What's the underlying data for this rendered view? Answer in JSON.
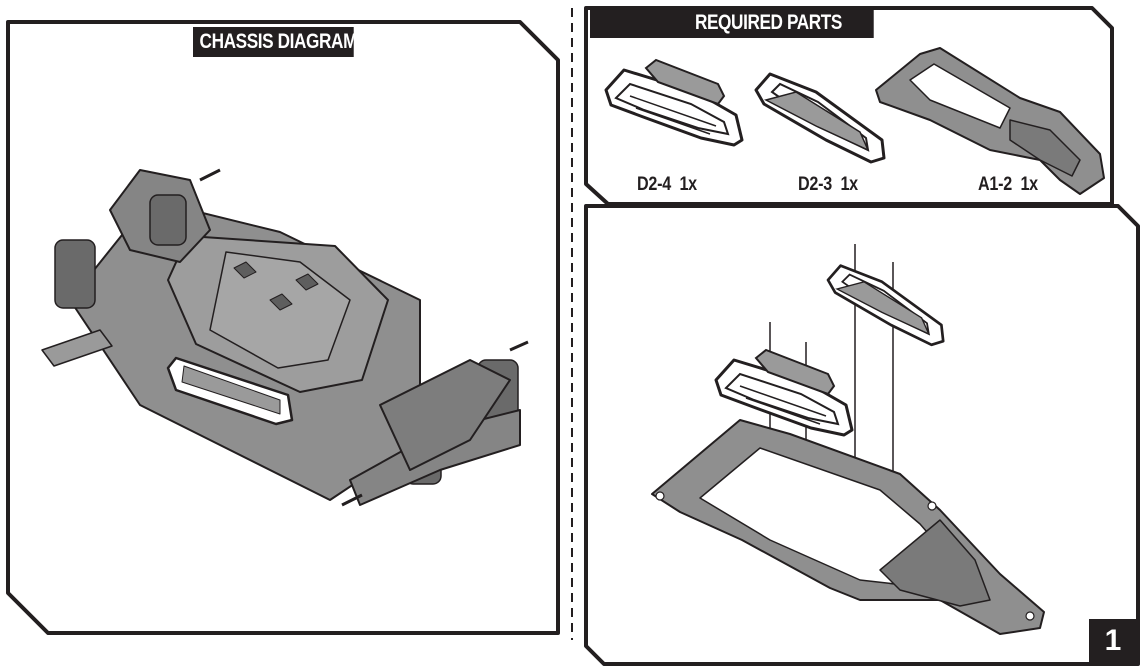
{
  "chassis_panel": {
    "title": "CHASSIS DIAGRAM"
  },
  "required_panel": {
    "title": "REQUIRED PARTS",
    "parts": [
      {
        "id": "D2-4",
        "qty": "1x"
      },
      {
        "id": "D2-3",
        "qty": "1x"
      },
      {
        "id": "A1-2",
        "qty": "1x"
      }
    ]
  },
  "step_panel": {
    "number": "1"
  },
  "colors": {
    "ink": "#231f20",
    "part_fill": "#8f8f8f",
    "part_dark": "#6d6d6d",
    "part_light": "#b5b5b5"
  }
}
